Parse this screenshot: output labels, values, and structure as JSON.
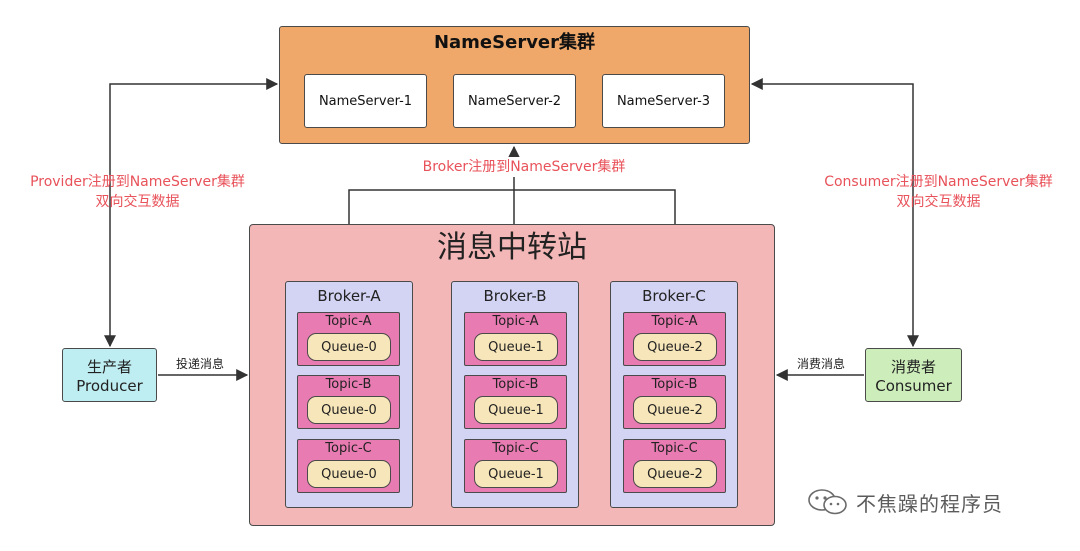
{
  "nameserver": {
    "title": "NameServer集群",
    "nodes": [
      "NameServer-1",
      "NameServer-2",
      "NameServer-3"
    ]
  },
  "station": {
    "title": "消息中转站",
    "brokers": [
      {
        "name": "Broker-A",
        "topics": [
          {
            "name": "Topic-A",
            "queue": "Queue-0"
          },
          {
            "name": "Topic-B",
            "queue": "Queue-0"
          },
          {
            "name": "Topic-C",
            "queue": "Queue-0"
          }
        ]
      },
      {
        "name": "Broker-B",
        "topics": [
          {
            "name": "Topic-A",
            "queue": "Queue-1"
          },
          {
            "name": "Topic-B",
            "queue": "Queue-1"
          },
          {
            "name": "Topic-C",
            "queue": "Queue-1"
          }
        ]
      },
      {
        "name": "Broker-C",
        "topics": [
          {
            "name": "Topic-A",
            "queue": "Queue-2"
          },
          {
            "name": "Topic-B",
            "queue": "Queue-2"
          },
          {
            "name": "Topic-C",
            "queue": "Queue-2"
          }
        ]
      }
    ]
  },
  "producer": {
    "line1": "生产者",
    "line2": "Producer"
  },
  "consumer": {
    "line1": "消费者",
    "line2": "Consumer"
  },
  "labels": {
    "provider_register_line1": "Provider注册到NameServer集群",
    "provider_register_line2": "双向交互数据",
    "consumer_register_line1": "Consumer注册到NameServer集群",
    "consumer_register_line2": "双向交互数据",
    "broker_register": "Broker注册到NameServer集群",
    "deliver_message": "投递消息",
    "consume_message": "消费消息"
  },
  "watermark": {
    "text": "不焦躁的程序员",
    "icon": "wechat-icon"
  },
  "colors": {
    "nameserver_bg": "#efa86a",
    "station_bg": "#f4b7b7",
    "broker_bg": "#d3d4f4",
    "topic_bg": "#e97bb3",
    "queue_bg": "#f7e6ba",
    "producer_bg": "#bfeef2",
    "consumer_bg": "#cdeebb",
    "label_red": "#e8525a"
  }
}
